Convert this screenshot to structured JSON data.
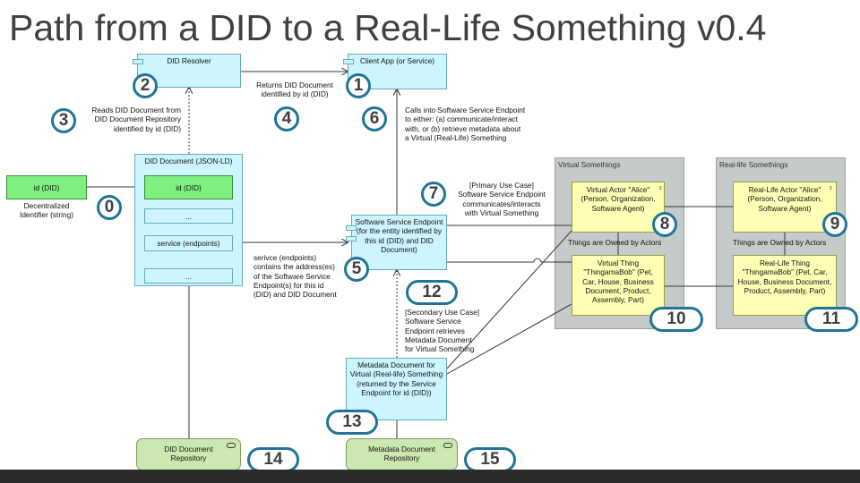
{
  "title": "Path from a DID to a Real-Life Something v0.4",
  "boxes": {
    "did_resolver": "DID Resolver",
    "client_app": "Client App (or Service)",
    "did_document": "DID Document (JSON-LD)",
    "did_doc_id": "id (DID)",
    "did_doc_ellipsis1": "...",
    "did_doc_service": "service (endpoints)",
    "did_doc_ellipsis2": "...",
    "id_did": "id (DID)",
    "service_endpoint": "Software Service Endpoint (for the entity identified by this id (DID) and DID Document)",
    "metadata_document": "Metadata Document for Virtual (Real-life) Something (returned by the Service Endpoint for id (DID))",
    "did_repository": "DID Document Repository",
    "metadata_repository": "Metadata Document Repository"
  },
  "groups": {
    "virtual": "Virtual Somethings",
    "reallife": "Real-life Somethings"
  },
  "yellow": {
    "virtual_actor": "Virtual Actor \"Alice\" (Person, Organization, Software Agent)",
    "virtual_thing": "Virtual Thing \"ThingamaBob\" (Pet, Car, House, Business Document, Product, Assembly, Part)",
    "real_actor": "Real-Life Actor \"Alice\" (Person, Organization, Software Agent)",
    "real_thing": "Real-Life Thing \"ThingamaBob\" (Pet, Car, House, Business Document, Product, Assembly, Part)"
  },
  "notes": {
    "reads_did": "Reads DID Document from\nDID Document Repository\nidentified by id (DID)",
    "returns_did": "Returns DID Document\nidentified by id (DID)",
    "calls_into": "Calls into Software Service Endpoint\nto either: (a) communicate/interact\nwith, or (b) retrieve metadata about\na Virtual (Real-Life) Something",
    "decentralized": "Decentralized\nIdentifier (string)",
    "primary": "[Primary Use Case]\nSoftware Service Endpoint\ncommunicates/interacts\nwith Virtual Something",
    "service_contains": "serivce (endpoints)\ncontains the address(es)\nof the Software Service\nEndpoint(s) for this id\n(DID) and DID Document",
    "secondary": "[Secondary Use Case]\nSoftware Service\nEndpoint retrieves\nMetadata Document\nfor Virtual Something",
    "owned_virtual": "Things are Owned by Actors",
    "owned_real": "Things are Owned by Actors"
  },
  "badges": [
    "0",
    "1",
    "2",
    "3",
    "4",
    "5",
    "6",
    "7",
    "8",
    "9",
    "10",
    "11",
    "12",
    "13",
    "14",
    "15"
  ],
  "colors": {
    "box_fill": "#ccf5ff",
    "green_fill": "#7ff07f",
    "repo_fill": "#cde7b0",
    "yellow_fill": "#ffffb5",
    "group_fill": "#c5cbcb",
    "badge_border": "#1e7597",
    "title_color": "#404040"
  }
}
